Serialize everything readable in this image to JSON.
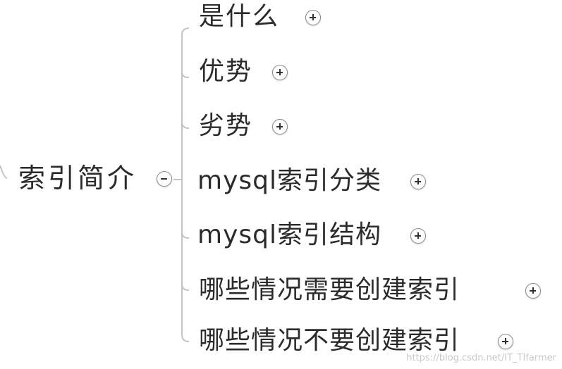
{
  "mindmap": {
    "root": {
      "label": "索引简介",
      "toggle": "minus-icon"
    },
    "children": [
      {
        "label": "是什么",
        "toggle": "plus-icon"
      },
      {
        "label": "优势",
        "toggle": "plus-icon"
      },
      {
        "label": "劣势",
        "toggle": "plus-icon"
      },
      {
        "label": "mysql索引分类",
        "toggle": "plus-icon"
      },
      {
        "label": "mysql索引结构",
        "toggle": "plus-icon"
      },
      {
        "label": "哪些情况需要创建索引",
        "toggle": "plus-icon"
      },
      {
        "label": "哪些情况不要创建索引",
        "toggle": "plus-icon"
      }
    ]
  },
  "watermark": "https://blog.csdn.net/IT_TIfarmer",
  "colors": {
    "text": "#2b2b2b",
    "connector": "#c4c4c4",
    "toggle_border": "#8a8a8a"
  }
}
